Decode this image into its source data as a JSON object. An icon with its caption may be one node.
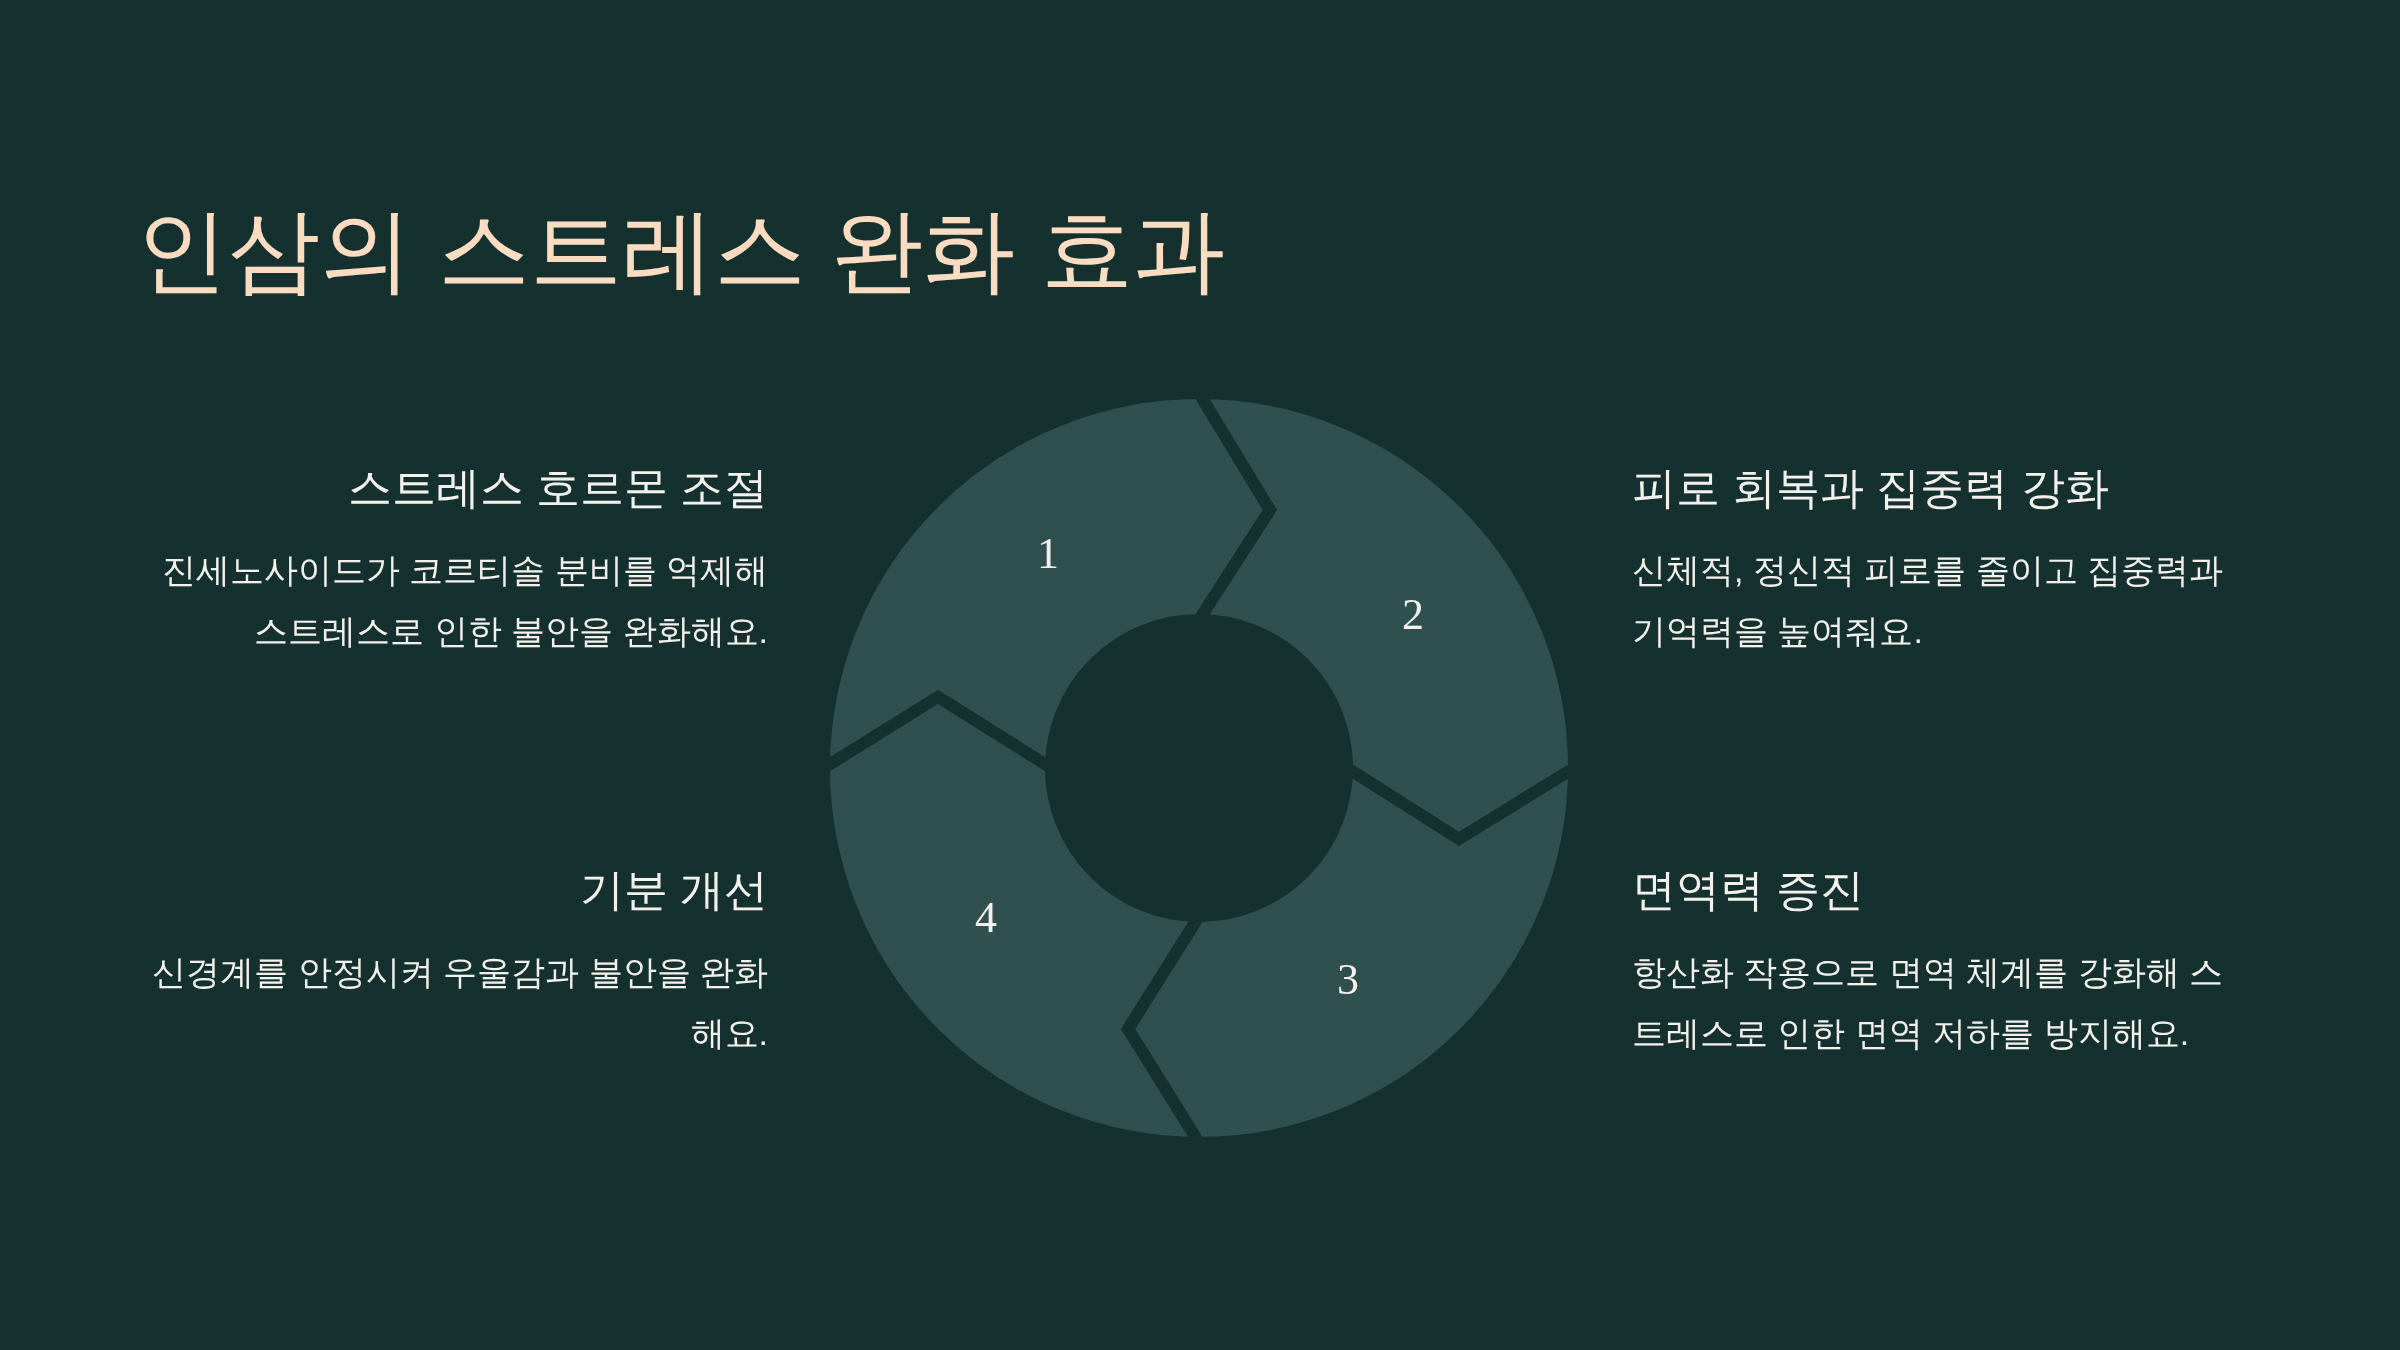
{
  "diagram": {
    "title": "인삼의 스트레스 완화 효과",
    "nodes": [
      {
        "text": [
          "1"
        ]
      },
      {
        "text": [
          "2"
        ]
      },
      {
        "text": [
          "3"
        ]
      },
      {
        "text": [
          "4"
        ]
      }
    ],
    "labels": [
      "스트레스 호르몬 조절",
      "진세노사이드가 코르티솔 분비를 억제해 스트레스로 인한 불안을 완화해요.",
      "피로 회복과 집중력 강화",
      "신체적, 정신적 피로를 줄이고 집중력과 기억력을 높여줘요.",
      "기분 개선",
      "신경계를 안정시켜 우울감과 불안을 완화해요.",
      "면역력 증진",
      "항산화 작용으로 면역 체계를 강화해 스트레스로 인한 면역 저하를 방지해요."
    ]
  }
}
